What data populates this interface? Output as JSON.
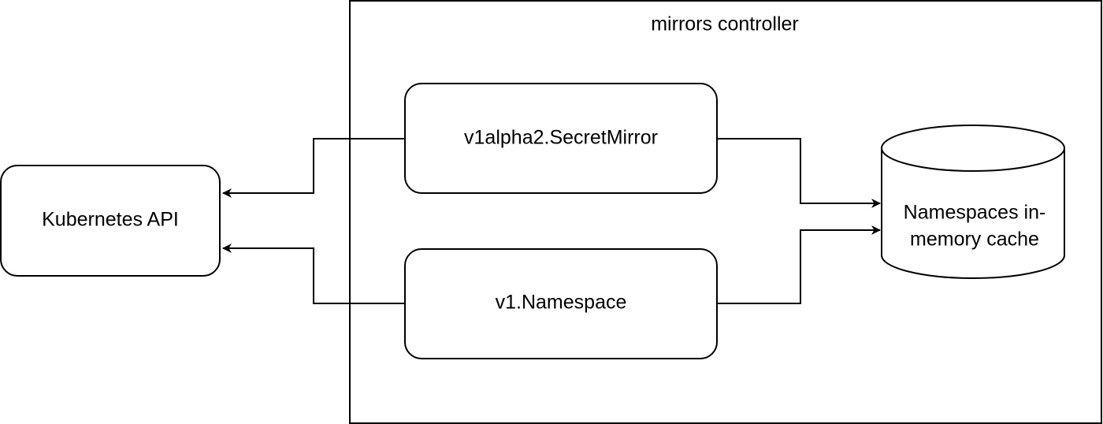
{
  "diagram": {
    "container": {
      "label": "mirrors controller"
    },
    "nodes": {
      "kubernetes_api": {
        "label": "Kubernetes API"
      },
      "secret_mirror": {
        "label": "v1alpha2.SecretMirror"
      },
      "namespace": {
        "label": "v1.Namespace"
      },
      "cache": {
        "label_line1": "Namespaces in-",
        "label_line2": "memory cache"
      }
    }
  }
}
